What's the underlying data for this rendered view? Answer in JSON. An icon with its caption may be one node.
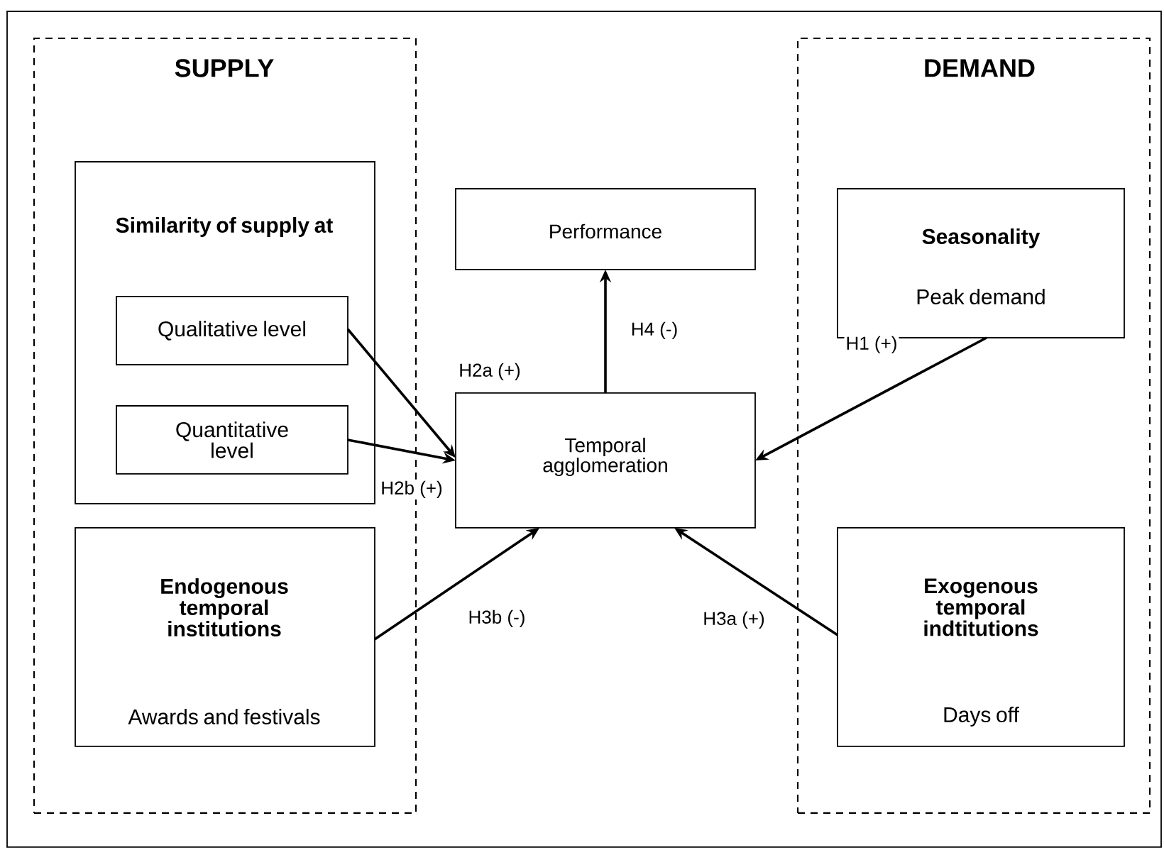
{
  "diagram": {
    "nodes": [
      {
        "text": [
          "SUPPLY"
        ]
      },
      {
        "text": [
          "Similarity of supply at"
        ],
        "in": 0
      },
      {
        "text": [
          "Qualitative level"
        ],
        "in": 1
      },
      {
        "text": [
          "Quantitative level"
        ],
        "in": 1
      },
      {
        "text": [
          "Endogenous temporal institutions",
          "Awards and festivals"
        ],
        "in": 0
      },
      {
        "text": [
          "DEMAND"
        ]
      },
      {
        "text": [
          "Seasonality",
          "Peak demand"
        ],
        "in": 5
      },
      {
        "text": [
          "Exogenous temporal indtitutions",
          "Days off"
        ],
        "in": 5
      },
      {
        "text": [
          "Performance"
        ]
      },
      {
        "text": [
          "Temporal agglomeration"
        ]
      }
    ],
    "edges": [
      {
        "from": 2,
        "to": 9,
        "arrow": "to",
        "label": "H2a (+)"
      },
      {
        "from": 3,
        "to": 9,
        "arrow": "to",
        "label": "H2b (+)"
      },
      {
        "from": 6,
        "to": 9,
        "arrow": "to",
        "label": "H1 (+)"
      },
      {
        "from": 4,
        "to": 9,
        "arrow": "to",
        "label": "H3b (-)"
      },
      {
        "from": 7,
        "to": 9,
        "arrow": "to",
        "label": "H3a (+)"
      },
      {
        "from": 9,
        "to": 8,
        "arrow": "to",
        "label": "H4 (-)"
      }
    ]
  }
}
